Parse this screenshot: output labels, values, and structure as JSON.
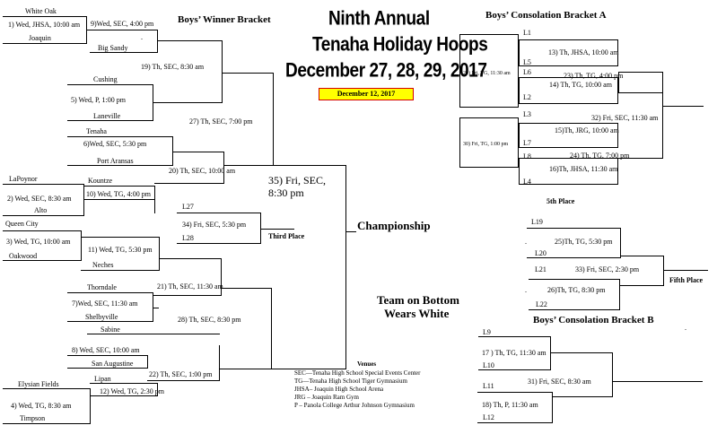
{
  "title": {
    "line1": "Ninth Annual",
    "line2": "Tenaha Holiday Hoops",
    "line3": "December 27, 28, 29, 2017",
    "updated": "December 12, 2017"
  },
  "headings": {
    "winner": "Boys’ Winner Bracket",
    "consolation_a": "Boys’ Consolation Bracket A",
    "fifth_heading": "5th Place",
    "consolation_b": "Boys’ Consolation Bracket B",
    "championship": "Championship",
    "third_place": "Third  Place",
    "fifth_place": "Fifth Place",
    "team_bottom_1": "Team on Bottom",
    "team_bottom_2": "Wears White"
  },
  "winner_bracket": {
    "teams": [
      "White Oak",
      "Joaquin",
      "Big Sandy",
      "Cushing",
      "Laneville",
      "Tenaha",
      "Port Aransas",
      "Kountze",
      "LaPoynor",
      "Alto",
      "Queen City",
      "Oakwood",
      "Neches",
      "Thorndale",
      "Shelbyville",
      "Sabine",
      "San Augustine",
      "Lipan",
      "Elysian  Fields",
      "Timpson"
    ],
    "games": {
      "g1": "1) Wed, JHSA, 10:00 am",
      "g9": "9)Wed, SEC, 4:00 pm",
      "g5": "5) Wed,  P, 1:00 pm",
      "g19": "19) Th, SEC, 8:30 am",
      "g6": "6)Wed, SEC, 5:30 pm",
      "g27": "27) Th, SEC, 7:00 pm",
      "g20": "20)  Th, SEC, 10:00 am",
      "g2": "2) Wed, SEC, 8:30 am",
      "g10": "10) Wed, TG, 4:00 pm",
      "g3": "3) Wed, TG, 10:00 am",
      "g11": "11) Wed, TG,  5:30 pm",
      "g21": "21) Th, SEC, 11:30 am",
      "g7": "7)Wed, SEC, 11:30 am",
      "g28": "28) Th, SEC, 8:30 pm",
      "g8": "8) Wed, SEC, 10:00 am",
      "g22": "22) Th, SEC, 1:00 pm",
      "g12": "12) Wed, TG, 2:30 pm",
      "g4": "4)  Wed, TG, 8:30 am"
    },
    "final_line1": "35) Fri, SEC,",
    "final_line2": "8:30 pm",
    "third_top": "L27",
    "third_game": "34) Fri, SEC, 5:30 pm",
    "third_bottom": "L28",
    "tick": "."
  },
  "consolation_a": {
    "slots": [
      "L1",
      "L5",
      "L6",
      "L2",
      "L3",
      "L7",
      "L8",
      "L4"
    ],
    "games": {
      "g13": "13) Th, JHSA, 10:00 am",
      "g29": "29) Fri, TG, 11:30 am",
      "g23": "23) Th, TG, 4:00 pm",
      "g14": "14) Th, TG, 10:00 am",
      "g32": "32)  Fri,  SEC, 11:30 am",
      "g15": "15)Th, JRG,  10:00 am",
      "g30": "30) Fri, TG, 1:00 pm",
      "g24": "24)  Th, TG, 7:00 pm",
      "g16": "16)Th, JHSA,  11:30  am"
    }
  },
  "fifth_place": {
    "slots": [
      "L19",
      "L20",
      "L21",
      "L22"
    ],
    "games": {
      "g25": "25)Th, TG, 5:30 pm",
      "g33": "33) Fri, SEC, 2:30 pm",
      "g26": "26)Th, TG, 8:30 pm"
    },
    "tick": "."
  },
  "consolation_b": {
    "slots": [
      "L9",
      "L10",
      "L11",
      "L12"
    ],
    "games": {
      "g17": "17 ) Th, TG, 11:30 am",
      "g31": "31) Fri, SEC, 8:30 am",
      "g18": "18) Th, P,  11:30 am"
    },
    "tick": "."
  },
  "venues": {
    "title": "Venues",
    "items": [
      "SEC—Tenaha High School Special Events Center",
      "TG—Tenaha High School Tiger Gymnasium",
      "JHSA– Joaquin High School Arena",
      "JRG – Joaquin Ram Gym",
      "P – Panola College Arthur  Johnson Gymnasium"
    ]
  }
}
